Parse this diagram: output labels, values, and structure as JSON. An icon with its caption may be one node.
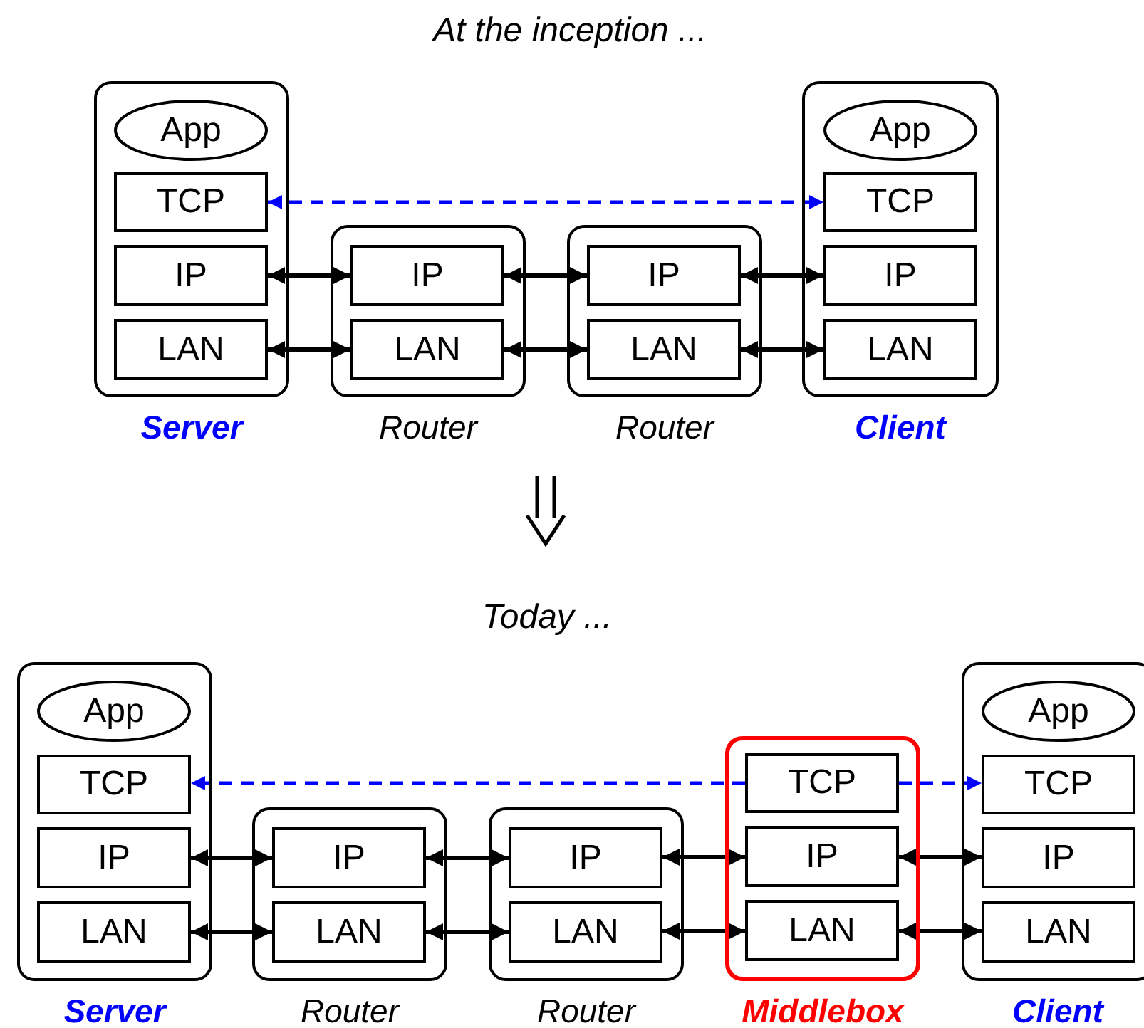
{
  "diagram": {
    "nodes": [
      {
        "text": [
          "Server"
        ]
      },
      {
        "text": [
          "App"
        ],
        "in": 0
      },
      {
        "text": [
          "TCP"
        ],
        "in": 0
      },
      {
        "text": [
          "IP"
        ],
        "in": 0
      },
      {
        "text": [
          "LAN"
        ],
        "in": 0
      },
      {
        "text": [
          "Router"
        ]
      },
      {
        "text": [
          "IP"
        ],
        "in": 5
      },
      {
        "text": [
          "LAN"
        ],
        "in": 5
      },
      {
        "text": [
          "Router"
        ]
      },
      {
        "text": [
          "IP"
        ],
        "in": 8
      },
      {
        "text": [
          "LAN"
        ],
        "in": 8
      },
      {
        "text": [
          "Client"
        ]
      },
      {
        "text": [
          "App"
        ],
        "in": 11
      },
      {
        "text": [
          "TCP"
        ],
        "in": 11
      },
      {
        "text": [
          "IP"
        ],
        "in": 11
      },
      {
        "text": [
          "LAN"
        ],
        "in": 11
      },
      {
        "text": [
          "Server"
        ]
      },
      {
        "text": [
          "App"
        ],
        "in": 16
      },
      {
        "text": [
          "TCP"
        ],
        "in": 16
      },
      {
        "text": [
          "IP"
        ],
        "in": 16
      },
      {
        "text": [
          "LAN"
        ],
        "in": 16
      },
      {
        "text": [
          "Router"
        ]
      },
      {
        "text": [
          "IP"
        ],
        "in": 21
      },
      {
        "text": [
          "LAN"
        ],
        "in": 21
      },
      {
        "text": [
          "Router"
        ]
      },
      {
        "text": [
          "IP"
        ],
        "in": 24
      },
      {
        "text": [
          "LAN"
        ],
        "in": 24
      },
      {
        "text": [
          "Middlebox"
        ]
      },
      {
        "text": [
          "TCP"
        ],
        "in": 27
      },
      {
        "text": [
          "IP"
        ],
        "in": 27
      },
      {
        "text": [
          "LAN"
        ],
        "in": 27
      },
      {
        "text": [
          "Client"
        ]
      },
      {
        "text": [
          "App"
        ],
        "in": 31
      },
      {
        "text": [
          "TCP"
        ],
        "in": 31
      },
      {
        "text": [
          "IP"
        ],
        "in": 31
      },
      {
        "text": [
          "LAN"
        ],
        "in": 31
      }
    ],
    "edges": [
      {
        "from": 2,
        "to": 13,
        "arrow": "both",
        "style": "dashed",
        "color": "#0000ff"
      },
      {
        "from": 3,
        "to": 6,
        "arrow": "both"
      },
      {
        "from": 4,
        "to": 7,
        "arrow": "both"
      },
      {
        "from": 6,
        "to": 9,
        "arrow": "both"
      },
      {
        "from": 7,
        "to": 10,
        "arrow": "both"
      },
      {
        "from": 9,
        "to": 14,
        "arrow": "both"
      },
      {
        "from": 10,
        "to": 15,
        "arrow": "both"
      },
      {
        "from": 28,
        "to": 18,
        "arrow": "to",
        "style": "dashed",
        "color": "#0000ff"
      },
      {
        "from": 28,
        "to": 33,
        "arrow": "to",
        "style": "dashed",
        "color": "#0000ff"
      },
      {
        "from": 19,
        "to": 22,
        "arrow": "both"
      },
      {
        "from": 20,
        "to": 23,
        "arrow": "both"
      },
      {
        "from": 22,
        "to": 25,
        "arrow": "both"
      },
      {
        "from": 23,
        "to": 26,
        "arrow": "both"
      },
      {
        "from": 25,
        "to": 29,
        "arrow": "both"
      },
      {
        "from": 26,
        "to": 30,
        "arrow": "both"
      },
      {
        "from": 29,
        "to": 34,
        "arrow": "both"
      },
      {
        "from": 30,
        "to": 35,
        "arrow": "both"
      }
    ],
    "labels": [
      "At the inception ...",
      "Today ..."
    ]
  }
}
